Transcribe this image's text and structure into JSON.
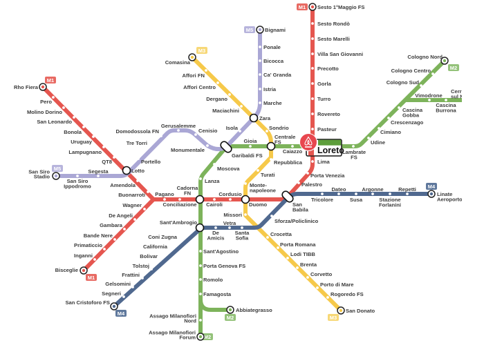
{
  "lines": [
    {
      "id": "M1",
      "color": "#e5564f",
      "badge": "M1",
      "badge_color": "#e86a63",
      "stations": [
        "Sesto 1°Maggio FS",
        "Sesto Rondò",
        "Sesto Marelli",
        "Villa San Giovanni",
        "Precotto",
        "Gorla",
        "Turro",
        "Rovereto",
        "Pasteur",
        "Lima",
        "Porta Venezia",
        "Palestro",
        "Cordusio",
        "Cairoli",
        "Conciliazione",
        "Pagano",
        "Buonarroti",
        "Amendola",
        "QT8",
        "Lampugnano",
        "Uruguay",
        "Bonola",
        "San Leonardo",
        "Molino Dorino",
        "Pero",
        "Rho Fiera",
        "Wagner",
        "De Angeli",
        "Gambara",
        "Bande Nere",
        "Primaticcio",
        "Inganni",
        "Bisceglie"
      ]
    },
    {
      "id": "M2",
      "color": "#7db35b",
      "badge": "M2",
      "badge_color": "#94c27a",
      "stations": [
        "Cologno Nord",
        "Cologno Centro",
        "Cologno Sud",
        "Vimodrone",
        "Cascina Burrona",
        "Cerro sul Naviglio",
        "Cascina Gobba",
        "Crescenzago",
        "Cimiano",
        "Udine",
        "Lambrate FS",
        "Caiazzo",
        "Gioia",
        "Moscova",
        "Lanza",
        "Sant'Agostino",
        "Porta Genova FS",
        "Romolo",
        "Famagosta",
        "Abbiategrasso",
        "Assago Milanofiori Nord",
        "Assago Milanofiori Forum"
      ]
    },
    {
      "id": "M3",
      "color": "#f6c94a",
      "badge": "M3",
      "badge_color": "#f7d877",
      "stations": [
        "Comasina",
        "Affori FN",
        "Affori Centro",
        "Dergano",
        "Maciachini",
        "Sondrio",
        "Repubblica",
        "Turati",
        "Monte- napoleone",
        "Missori",
        "Crocetta",
        "Porta Romana",
        "Lodi TIBB",
        "Brenta",
        "Corvetto",
        "Porto di Mare",
        "Rogoredo FS",
        "San Donato"
      ]
    },
    {
      "id": "M4",
      "color": "#50698f",
      "badge": "M4",
      "badge_color": "#5f789c",
      "stations": [
        "Linate Aeroporto",
        "Repetti",
        "Stazione Forlanini",
        "Argonne",
        "Susa",
        "Dateo",
        "Tricolore",
        "Sforza/Policlinico",
        "Santa Sofia",
        "Vetra",
        "De Amicis",
        "Coni Zugna",
        "California",
        "Bolivar",
        "Tolstoj",
        "Frattini",
        "Gelsomini",
        "Segneri",
        "San Cristoforo FS"
      ]
    },
    {
      "id": "M5",
      "color": "#aaa7d5",
      "badge": "M5",
      "badge_color": "#b7b4dc",
      "stations": [
        "Bignami",
        "Ponale",
        "Bicocca",
        "Ca' Granda",
        "Istria",
        "Marche",
        "Isola",
        "Monumentale",
        "Cenisio",
        "Gerusalemme",
        "Domodossola FN",
        "Tre Torri",
        "Portello",
        "Segesta",
        "San Siro Ippodromo",
        "San Siro Stadio"
      ]
    }
  ],
  "interchanges": [
    "Lotto",
    "Cadorna FN",
    "Duomo",
    "San Babila",
    "Centrale FS",
    "Garibaldi FS",
    "Zara",
    "Sant'Ambrogio"
  ],
  "featured_station": {
    "name": "Loreto",
    "logo": "airbnb",
    "logo_color": "#e8474f",
    "band_color": "#5d9e3b"
  }
}
